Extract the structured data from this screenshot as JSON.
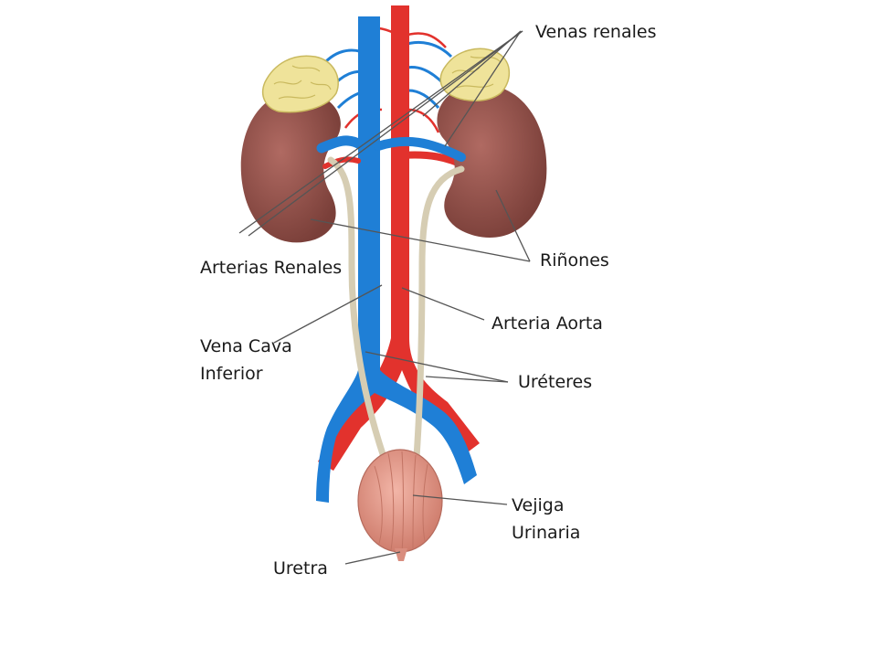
{
  "labels": {
    "venas_renales": "Venas renales",
    "arterias_renales": "Arterias Renales",
    "rinones": "Riñones",
    "arteria_aorta": "Arteria Aorta",
    "vena_cava_line1": "Vena Cava",
    "vena_cava_line2": "Inferior",
    "ureteres": "Uréteres",
    "vejiga_line1": "Vejiga",
    "vejiga_line2": "Urinaria",
    "uretra": "Uretra"
  },
  "colors": {
    "vein": "#1f7fd6",
    "artery": "#e2322d",
    "kidney": "#94514a",
    "adrenal": "#efe39a",
    "ureter": "#d6cdb3",
    "bladder": "#e49a8a",
    "leader_line": "#555555"
  }
}
